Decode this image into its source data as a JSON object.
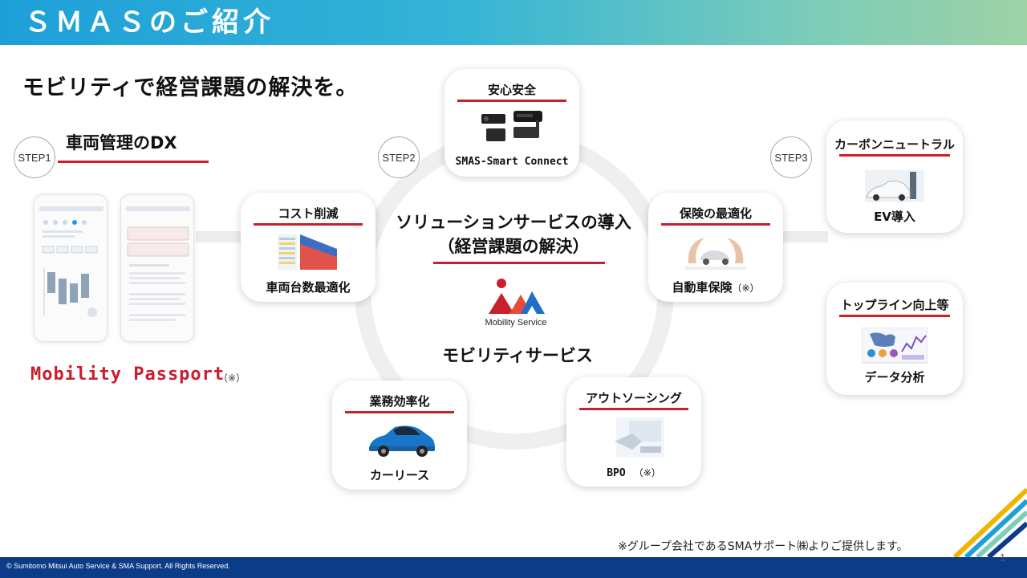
{
  "header": {
    "title": "ＳＭＡＳのご紹介"
  },
  "headline": "モビリティで経営課題の解決を。",
  "steps": [
    {
      "label": "STEP1"
    },
    {
      "label": "STEP2"
    },
    {
      "label": "STEP3"
    }
  ],
  "step1": {
    "title": "車両管理のDX",
    "product": "Mobility Passport",
    "note": "（※）"
  },
  "center": {
    "heading_line1": "ソリューションサービスの導入",
    "heading_line2": "（経営課題の解決）",
    "logo_text": "Mobility Service",
    "subtitle": "モビリティサービス"
  },
  "cards": {
    "anshin": {
      "title": "安心安全",
      "label": "SMAS-Smart Connect"
    },
    "cost": {
      "title": "コスト削減",
      "label": "車両台数最適化"
    },
    "hoken": {
      "title": "保険の最適化",
      "label": "自動車保険",
      "note": "（※）"
    },
    "gyomu": {
      "title": "業務効率化",
      "label": "カーリース"
    },
    "outsourcing": {
      "title": "アウトソーシング",
      "label": "BPO",
      "note": "（※）"
    },
    "carbon": {
      "title": "カーボンニュートラル",
      "label": "EV導入"
    },
    "topline": {
      "title": "トップライン向上等",
      "label": "データ分析"
    }
  },
  "footnote": "※グループ会社であるSMAサポート㈱よりご提供します。",
  "footer": {
    "copyright": "© Sumitomo Mitsui Auto Service & SMA Support. All Rights Reserved."
  },
  "page_number": "1",
  "colors": {
    "accent_red": "#c8202c",
    "footer_navy": "#0c3c88",
    "header_blue": "#1e9fd8",
    "header_green": "#9ed2a6"
  }
}
